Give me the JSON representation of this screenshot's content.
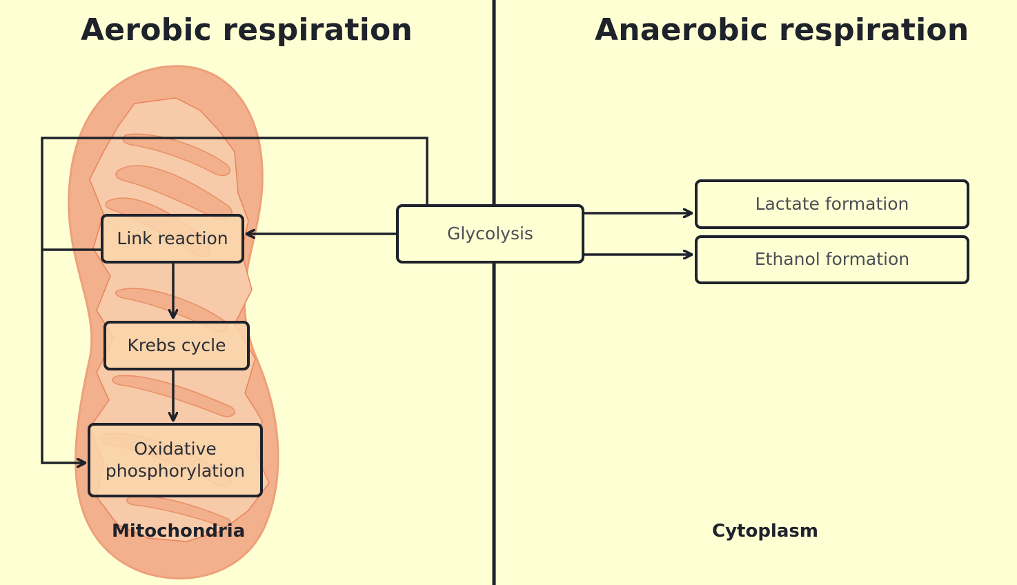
{
  "headings": {
    "aerobic": "Aerobic respiration",
    "anaerobic": "Anaerobic respiration"
  },
  "regions": {
    "mitochondria": "Mitochondria",
    "cytoplasm": "Cytoplasm"
  },
  "steps": {
    "link_reaction": "Link reaction",
    "krebs_cycle": "Krebs cycle",
    "oxidative_line1": "Oxidative",
    "oxidative_line2": "phosphorylation",
    "glycolysis": "Glycolysis",
    "lactate_formation": "Lactate formation",
    "ethanol_formation": "Ethanol formation"
  },
  "colors": {
    "background": "#ffffd4",
    "mitochondrion_outer": "#f2b08c",
    "mitochondrion_inner": "#f7cba9",
    "mitochondrion_stroke": "#e8825a",
    "ink": "#1e222b"
  }
}
